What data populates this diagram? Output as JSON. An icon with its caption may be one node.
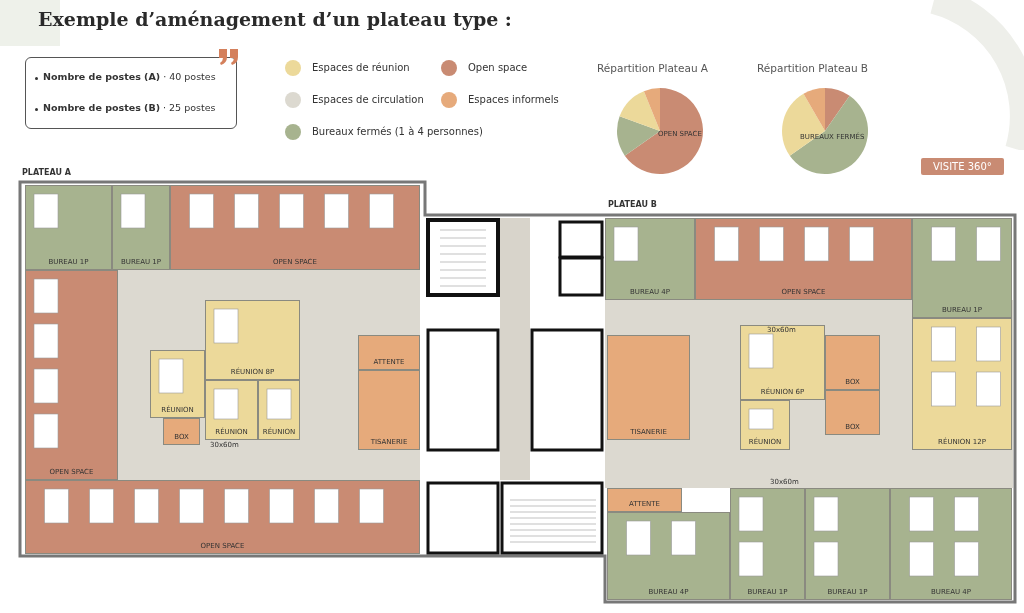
{
  "diagram": {
    "title": "Exemple d’aménagement d’un plateau type :",
    "nodes": [
      {
        "text": [
          "**Nombre de postes (A)** · 40 postes",
          "**Nombre de postes (B)** · 25 postes"
        ]
      },
      {
        "text": [
          "BUREAU 1P"
        ]
      },
      {
        "text": [
          "BUREAU 1P"
        ]
      },
      {
        "text": [
          "OPEN SPACE"
        ]
      },
      {
        "text": [
          "OPEN SPACE"
        ]
      },
      {
        "text": [
          "RÉUNION"
        ]
      },
      {
        "text": [
          "RÉUNION 8P"
        ]
      },
      {
        "text": [
          "RÉUNION"
        ]
      },
      {
        "text": [
          "RÉUNION"
        ]
      },
      {
        "text": [
          "BOX"
        ]
      },
      {
        "text": [
          "ATTENTE"
        ]
      },
      {
        "text": [
          "TISANERIE"
        ]
      },
      {
        "text": [
          "OPEN SPACE"
        ]
      },
      {
        "text": [
          "BUREAU 4P"
        ]
      },
      {
        "text": [
          "OPEN SPACE"
        ]
      },
      {
        "text": [
          "BUREAU 1P"
        ]
      },
      {
        "text": [
          "TISANERIE"
        ]
      },
      {
        "text": [
          "RÉUNION 6P"
        ]
      },
      {
        "text": [
          "BOX"
        ]
      },
      {
        "text": [
          "BOX"
        ]
      },
      {
        "text": [
          "RÉUNION"
        ]
      },
      {
        "text": [
          "RÉUNION 12P"
        ]
      },
      {
        "text": [
          "ATTENTE"
        ]
      },
      {
        "text": [
          "BUREAU 4P"
        ]
      },
      {
        "text": [
          "BUREAU 1P"
        ]
      },
      {
        "text": [
          "BUREAU 1P"
        ]
      },
      {
        "text": [
          "BUREAU 4P"
        ]
      }
    ],
    "labels": [
      "Répartition Plateau A",
      "Répartition Plateau B",
      "OPEN SPACE",
      "BUREAUX FERMÉS",
      "VISITE 360°",
      "PLATEAU A",
      "PLATEAU B",
      "30x60m",
      "30x60m",
      "30x60m"
    ],
    "legend": [
      {
        "text": "Espaces de réunion",
        "color": "#ecd99a"
      },
      {
        "text": "Espaces de circulation",
        "color": "#dcd9d0"
      },
      {
        "text": "Bureaux fermés (1 à 4 personnes)",
        "color": "#a7b38f"
      },
      {
        "text": "Open space",
        "color": "#c98b73"
      },
      {
        "text": "Espaces informels",
        "color": "#e6aa7b"
      }
    ]
  }
}
